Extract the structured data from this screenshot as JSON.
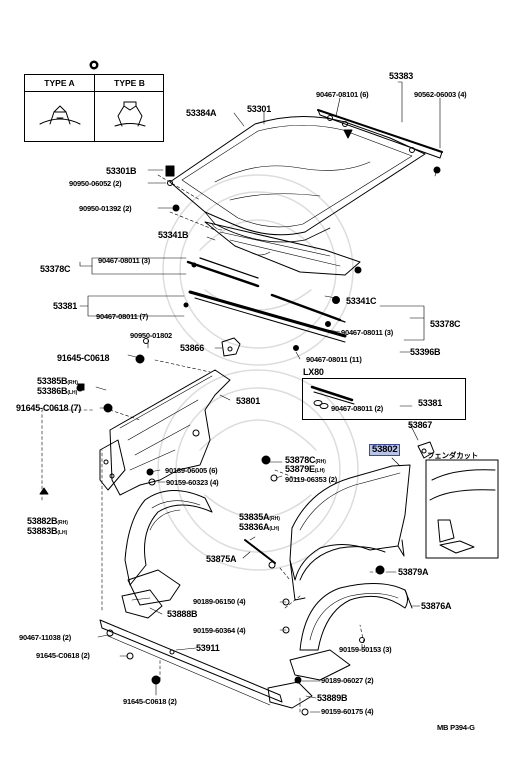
{
  "legend": {
    "type_a": "TYPE A",
    "type_b": "TYPE B"
  },
  "labels": {
    "p53383": "53383",
    "p90467_08101": "90467-08101",
    "p90467_08101_qty": "(6)",
    "p90562_06003": "90562-06003",
    "p90562_06003_qty": "(4)",
    "p53384a": "53384A",
    "p53301": "53301",
    "p53301b": "53301B",
    "p90950_06052": "90950-06052",
    "p90950_06052_qty": "(2)",
    "p90950_01392": "90950-01392",
    "p90950_01392_qty": "(2)",
    "p53341b": "53341B",
    "p53378c_left": "53378C",
    "p90467_08011_a": "90467-08011",
    "p90467_08011_a_qty": "(3)",
    "p53381_left": "53381",
    "p90467_08011_b": "90467-08011",
    "p90467_08011_b_qty": "(7)",
    "p53341c": "53341C",
    "p90467_08011_c": "90467-08011",
    "p90467_08011_c_qty": "(3)",
    "p53378c_right": "53378C",
    "p90950_01802": "90950-01802",
    "p91645_c0618_a": "91645-C0618",
    "p53866": "53866",
    "p90467_08011_d": "90467-08011",
    "p90467_08011_d_qty": "(11)",
    "p53396b": "53396B",
    "lx80": "LX80",
    "p53385b": "53385B",
    "p53385b_side": "(RH)",
    "p53386b": "53386B",
    "p53386b_side": "(LH)",
    "p91645_c0618_b": "91645-C0618",
    "p91645_c0618_b_qty": "(7)",
    "p53801": "53801",
    "p90467_08011_e": "90467-08011",
    "p90467_08011_e_qty": "(2)",
    "p53381_right": "53381",
    "p53867": "53867",
    "p53802": "53802",
    "jp_label": "フェンダカット",
    "p90189_06005": "90189-06005",
    "p90189_06005_qty": "(6)",
    "p53878c": "53878C",
    "p53878c_side": "(RH)",
    "p53879e": "53879E",
    "p53879e_side": "(LH)",
    "p90159_60323": "90159-60323",
    "p90159_60323_qty": "(4)",
    "p90119_06353": "90119-06353",
    "p90119_06353_qty": "(2)",
    "p53835a": "53835A",
    "p53835a_side": "(RH)",
    "p53836a": "53836A",
    "p53836a_side": "(LH)",
    "p53882b": "53882B",
    "p53882b_side": "(RH)",
    "p53883b": "53883B",
    "p53883b_side": "(LH)",
    "p53875a": "53875A",
    "p53879a": "53879A",
    "p90189_06150": "90189-06150",
    "p90189_06150_qty": "(4)",
    "p53876a": "53876A",
    "p53888b": "53888B",
    "p90159_60364": "90159-60364",
    "p90159_60364_qty": "(4)",
    "p90467_11038": "90467-11038",
    "p90467_11038_qty": "(2)",
    "p90159_50153": "90159-50153",
    "p90159_50153_qty": "(3)",
    "p91645_c0618_c": "91645-C0618",
    "p91645_c0618_c_qty": "(2)",
    "p53911": "53911",
    "p90189_06027": "90189-06027",
    "p90189_06027_qty": "(2)",
    "p53889b": "53889B",
    "p91645_c0618_d": "91645-C0618",
    "p91645_c0618_d_qty": "(2)",
    "p90159_60175": "90159-60175",
    "p90159_60175_qty": "(4)",
    "page_code": "MB  P394-G"
  }
}
